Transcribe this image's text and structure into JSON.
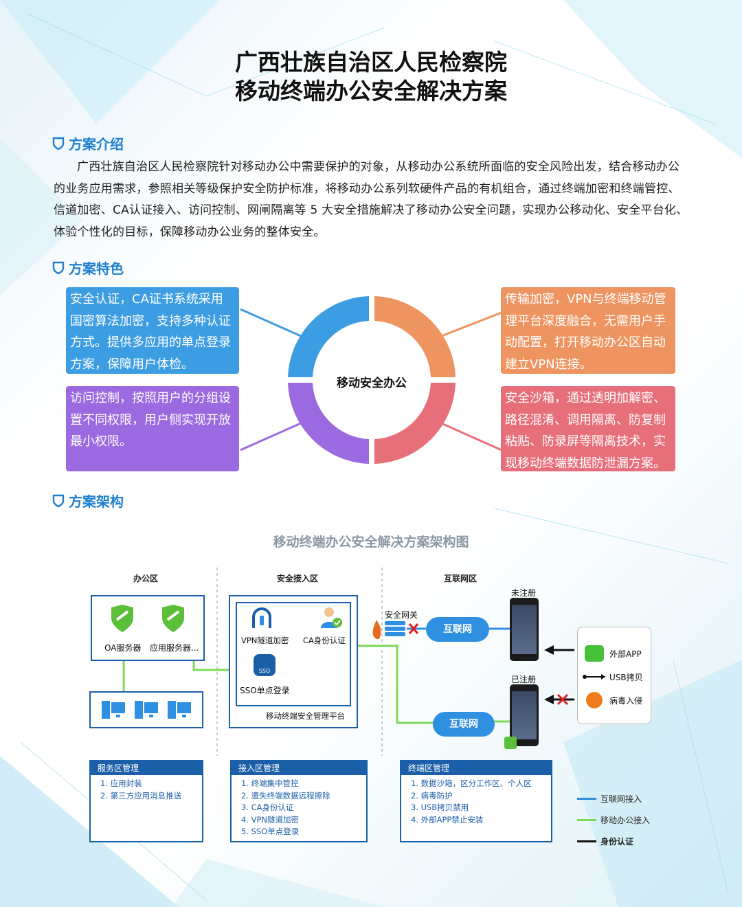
{
  "title": {
    "line1": "广西壮族自治区人民检察院",
    "line2": "移动终端办公安全解决方案"
  },
  "sections": {
    "intro_heading": "方案介绍",
    "intro_text": "广西壮族自治区人民检察院针对移动办公中需要保护的对象，从移动办公系统所面临的安全风险出发，结合移动办公的业务应用需求，参照相关等级保护安全防护标准，将移动办公系列软硬件产品的有机组合，通过终端加密和终端管控、信道加密、CA认证接入、访问控制、网闸隔离等 5 大安全措施解决了移动办公安全问题，实现办公移动化、安全平台化、体验个性化的目标，保障移动办公业务的整体安全。",
    "features_heading": "方案特色",
    "arch_heading": "方案架构"
  },
  "features": {
    "center": "移动安全办公",
    "top_left": "安全认证，CA证书系统采用国密算法加密，支持多种认证方式。提供多应用的单点登录方案，保障用户体检。",
    "bottom_left": "访问控制，按照用户的分组设置不同权限，用户侧实现开放最小权限。",
    "top_right": "传输加密，VPN与终端移动管理平台深度融合，无需用户手动配置，打开移动办公区自动建立VPN连接。",
    "bottom_right": "安全沙箱，通过透明加解密、路径混淆、调用隔离、防复制粘贴、防录屏等隔离技术，实现移动终端数据防泄漏方案。",
    "colors": {
      "blue": "#3d9de3",
      "orange": "#ee9460",
      "purple": "#9b6ae0",
      "red": "#e66f7a"
    }
  },
  "architecture": {
    "title": "移动终端办公安全解决方案架构图",
    "zones": {
      "office": "办公区",
      "secure": "安全接入区",
      "internet": "互联网区"
    },
    "office": {
      "oa_server": "OA服务器",
      "app_server": "应用服务器..."
    },
    "secure": {
      "vpn": "VPN隧道加密",
      "ca": "CA身份认证",
      "sso": "SSO单点登录",
      "sso_badge": "SSO",
      "platform": "移动终端安全管理平台"
    },
    "internet": {
      "gateway": "安全网关",
      "cloud1": "互联网",
      "cloud2": "互联网",
      "unregistered": "未注册",
      "registered": "已注册",
      "ext_app": "外部APP",
      "usb": "USB拷贝",
      "virus": "病毒入侵"
    },
    "panels": [
      {
        "title": "服务区管理",
        "items": [
          "1.  应用封装",
          "2.  第三方应用消息推送"
        ]
      },
      {
        "title": "接入区管理",
        "items": [
          "1.  终端集中管控",
          "2.  遗失终端数据远程擦除",
          "3.  CA身份认证",
          "4.  VPN隧道加密",
          "5.  SSO单点登录"
        ]
      },
      {
        "title": "终端区管理",
        "items": [
          "1.  数据沙箱，区分工作区、个人区",
          "2.  病毒防护",
          "3.  USB拷贝禁用",
          "4.  外部APP禁止安装"
        ]
      }
    ],
    "legend": [
      {
        "label": "互联网接入",
        "color": "#2f8fe0"
      },
      {
        "label": "移动办公接入",
        "color": "#7ed957"
      },
      {
        "label": "身份认证",
        "color": "#111111"
      }
    ]
  }
}
